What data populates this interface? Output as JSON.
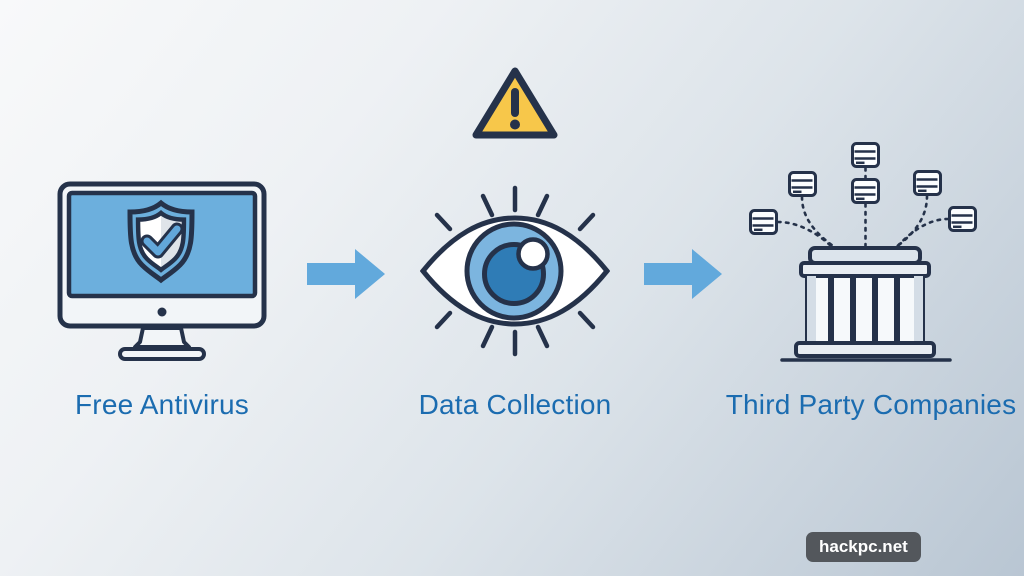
{
  "diagram": {
    "nodes": [
      {
        "id": "free-antivirus",
        "label": "Free Antivirus",
        "icon": "monitor-shield-icon"
      },
      {
        "id": "data-collection",
        "label": "Data Collection",
        "icon": "eye-icon",
        "badge_icon": "warning-triangle-icon"
      },
      {
        "id": "third-party-companies",
        "label": "Third Party Companies",
        "icon": "institution-documents-icon"
      }
    ],
    "connectors": [
      {
        "from": "free-antivirus",
        "to": "data-collection",
        "type": "arrow-right"
      },
      {
        "from": "data-collection",
        "to": "third-party-companies",
        "type": "arrow-right"
      }
    ]
  },
  "watermark": {
    "text": "hackpc.net"
  },
  "palette": {
    "outline_navy": "#25324a",
    "screen_blue": "#6cafdd",
    "iris_blue": "#7cb5df",
    "pupil_blue": "#2f7cb6",
    "arrow_blue": "#62a9dc",
    "label_blue": "#1b6cb0",
    "warning_yellow": "#f7c74a",
    "panel_light": "#f2f5f8",
    "watermark_bg": "#53575c",
    "background_start": "#f8f9fa",
    "background_end": "#b9c6d3"
  }
}
